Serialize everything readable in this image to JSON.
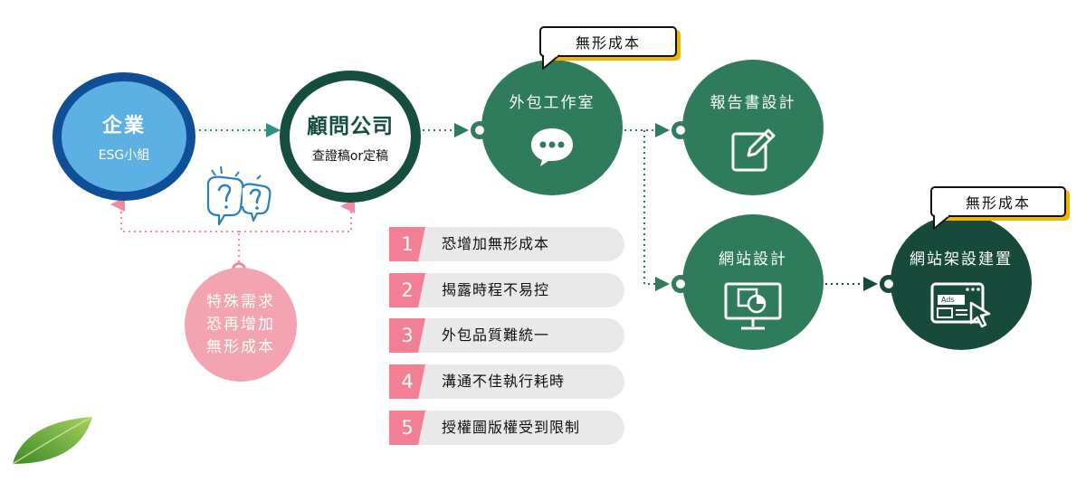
{
  "nodes": {
    "enterprise": {
      "title": "企業",
      "subtitle": "ESG小組"
    },
    "consultant": {
      "title": "顧問公司",
      "subtitle": "查證稿or定稿"
    },
    "studio": {
      "title": "外包工作室"
    },
    "report": {
      "title": "報告書設計"
    },
    "website": {
      "title": "網站設計"
    },
    "build": {
      "title": "網站架設建置",
      "icon_text": "Ads"
    },
    "special": {
      "line1": "特殊需求",
      "line2": "恐再增加",
      "line3": "無形成本"
    }
  },
  "callouts": {
    "studio_cost": "無形成本",
    "build_cost": "無形成本"
  },
  "risks": [
    {
      "num": "1",
      "text": "恐增加無形成本"
    },
    {
      "num": "2",
      "text": "揭露時程不易控"
    },
    {
      "num": "3",
      "text": "外包品質難統一"
    },
    {
      "num": "4",
      "text": "溝通不佳執行耗時"
    },
    {
      "num": "5",
      "text": "授權圖版權受到限制"
    }
  ],
  "colors": {
    "enterprise_fill": "#5cb0e3",
    "enterprise_ring": "#0f4f98",
    "consultant_ring": "#154d3e",
    "green": "#2e7c5b",
    "dark_green": "#184a3c",
    "pink": "#f4a3b1",
    "pink_dots": "#f08a9e",
    "teal_dots": "#2e8f86",
    "callout_shadow": "#f2b400",
    "list_num": "#f27f94",
    "list_bar": "#e9e9e9"
  },
  "icons": {
    "enterprise": "none",
    "studio": "chat-bubble-icon",
    "report": "edit-document-icon",
    "website": "monitor-chart-icon",
    "build": "ads-window-cursor-icon",
    "questions": "question-bubbles-icon",
    "leaf": "leaf-icon"
  }
}
